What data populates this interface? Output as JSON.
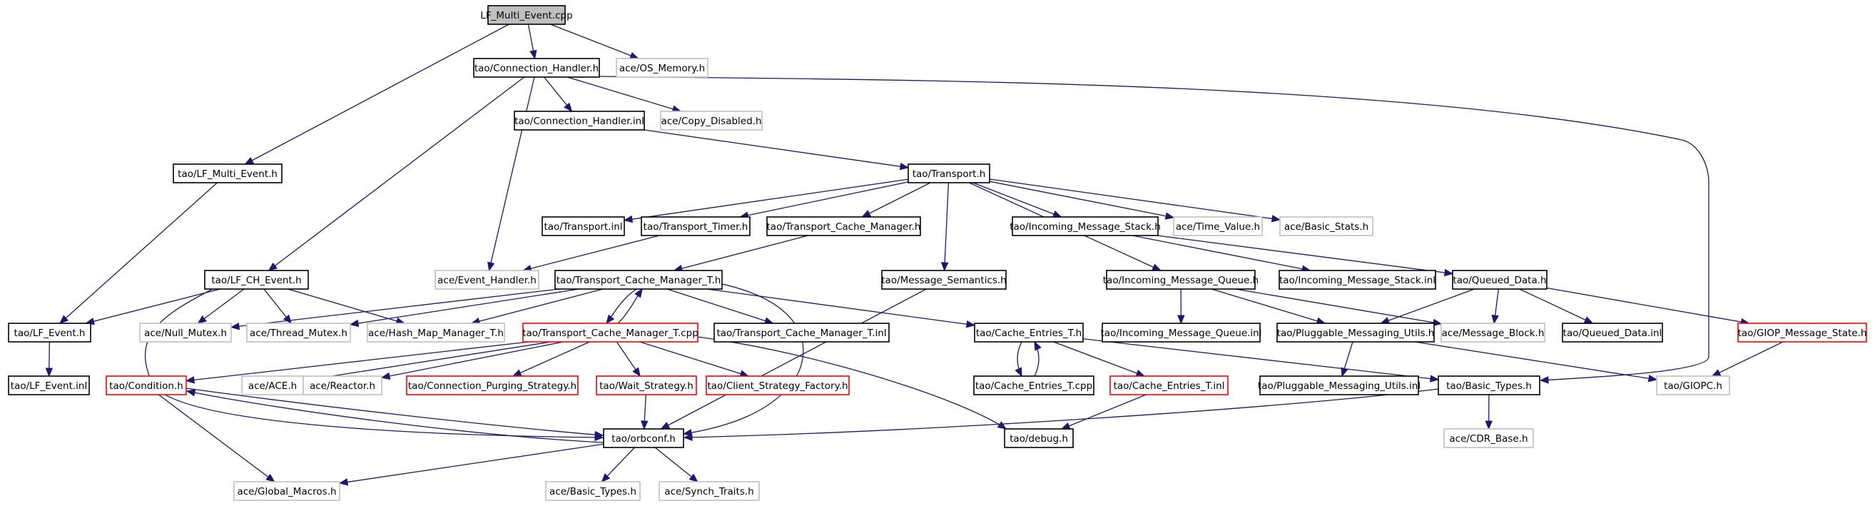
{
  "colors": {
    "edge": "#191970",
    "root_fill": "#bfbfbf",
    "normal_border": "#000000",
    "gray_border": "#bfbfbf",
    "red_border": "#ff0000",
    "background": "#ffffff"
  },
  "nodes": [
    {
      "id": "LF_Multi_Event_cpp",
      "label": "LF_Multi_Event.cpp",
      "style": "root"
    },
    {
      "id": "tao_Connection_Handler_h",
      "label": "tao/Connection_Handler.h",
      "style": "normal"
    },
    {
      "id": "ace_OS_Memory_h",
      "label": "ace/OS_Memory.h",
      "style": "gray"
    },
    {
      "id": "tao_Connection_Handler_inl",
      "label": "tao/Connection_Handler.inl",
      "style": "normal"
    },
    {
      "id": "ace_Copy_Disabled_h",
      "label": "ace/Copy_Disabled.h",
      "style": "gray"
    },
    {
      "id": "tao_LF_Multi_Event_h",
      "label": "tao/LF_Multi_Event.h",
      "style": "normal"
    },
    {
      "id": "tao_Transport_h",
      "label": "tao/Transport.h",
      "style": "normal"
    },
    {
      "id": "tao_Transport_inl",
      "label": "tao/Transport.inl",
      "style": "normal"
    },
    {
      "id": "tao_Transport_Timer_h",
      "label": "tao/Transport_Timer.h",
      "style": "normal"
    },
    {
      "id": "tao_Transport_Cache_Manager_h",
      "label": "tao/Transport_Cache_Manager.h",
      "style": "normal"
    },
    {
      "id": "tao_Incoming_Message_Stack_h",
      "label": "tao/Incoming_Message_Stack.h",
      "style": "normal"
    },
    {
      "id": "ace_Time_Value_h",
      "label": "ace/Time_Value.h",
      "style": "gray"
    },
    {
      "id": "ace_Basic_Stats_h",
      "label": "ace/Basic_Stats.h",
      "style": "gray"
    },
    {
      "id": "tao_LF_CH_Event_h",
      "label": "tao/LF_CH_Event.h",
      "style": "normal"
    },
    {
      "id": "ace_Event_Handler_h",
      "label": "ace/Event_Handler.h",
      "style": "gray"
    },
    {
      "id": "tao_Transport_Cache_Manager_T_h",
      "label": "tao/Transport_Cache_Manager_T.h",
      "style": "normal"
    },
    {
      "id": "tao_Message_Semantics_h",
      "label": "tao/Message_Semantics.h",
      "style": "normal"
    },
    {
      "id": "tao_Incoming_Message_Queue_h",
      "label": "tao/Incoming_Message_Queue.h",
      "style": "normal"
    },
    {
      "id": "tao_Incoming_Message_Stack_inl",
      "label": "tao/Incoming_Message_Stack.inl",
      "style": "normal"
    },
    {
      "id": "tao_Queued_Data_h",
      "label": "tao/Queued_Data.h",
      "style": "normal"
    },
    {
      "id": "tao_LF_Event_h",
      "label": "tao/LF_Event.h",
      "style": "normal"
    },
    {
      "id": "ace_Null_Mutex_h",
      "label": "ace/Null_Mutex.h",
      "style": "gray"
    },
    {
      "id": "ace_Thread_Mutex_h",
      "label": "ace/Thread_Mutex.h",
      "style": "gray"
    },
    {
      "id": "ace_Hash_Map_Manager_T_h",
      "label": "ace/Hash_Map_Manager_T.h",
      "style": "gray"
    },
    {
      "id": "tao_Transport_Cache_Manager_T_cpp",
      "label": "tao/Transport_Cache_Manager_T.cpp",
      "style": "red"
    },
    {
      "id": "tao_Transport_Cache_Manager_T_inl",
      "label": "tao/Transport_Cache_Manager_T.inl",
      "style": "normal"
    },
    {
      "id": "tao_Cache_Entries_T_h",
      "label": "tao/Cache_Entries_T.h",
      "style": "normal"
    },
    {
      "id": "tao_Incoming_Message_Queue_inl",
      "label": "tao/Incoming_Message_Queue.inl",
      "style": "normal"
    },
    {
      "id": "tao_Pluggable_Messaging_Utils_h",
      "label": "tao/Pluggable_Messaging_Utils.h",
      "style": "normal"
    },
    {
      "id": "ace_Message_Block_h",
      "label": "ace/Message_Block.h",
      "style": "gray"
    },
    {
      "id": "tao_Queued_Data_inl",
      "label": "tao/Queued_Data.inl",
      "style": "normal"
    },
    {
      "id": "tao_GIOP_Message_State_h",
      "label": "tao/GIOP_Message_State.h",
      "style": "red"
    },
    {
      "id": "tao_LF_Event_inl",
      "label": "tao/LF_Event.inl",
      "style": "normal"
    },
    {
      "id": "tao_Condition_h",
      "label": "tao/Condition.h",
      "style": "red"
    },
    {
      "id": "ace_ACE_h",
      "label": "ace/ACE.h",
      "style": "gray"
    },
    {
      "id": "ace_Reactor_h",
      "label": "ace/Reactor.h",
      "style": "gray"
    },
    {
      "id": "tao_Connection_Purging_Strategy_h",
      "label": "tao/Connection_Purging_Strategy.h",
      "style": "red"
    },
    {
      "id": "tao_Wait_Strategy_h",
      "label": "tao/Wait_Strategy.h",
      "style": "red"
    },
    {
      "id": "tao_Client_Strategy_Factory_h",
      "label": "tao/Client_Strategy_Factory.h",
      "style": "red"
    },
    {
      "id": "tao_Cache_Entries_T_cpp",
      "label": "tao/Cache_Entries_T.cpp",
      "style": "normal"
    },
    {
      "id": "tao_Cache_Entries_T_inl",
      "label": "tao/Cache_Entries_T.inl",
      "style": "red"
    },
    {
      "id": "tao_Pluggable_Messaging_Utils_inl",
      "label": "tao/Pluggable_Messaging_Utils.inl",
      "style": "normal"
    },
    {
      "id": "tao_Basic_Types_h",
      "label": "tao/Basic_Types.h",
      "style": "normal"
    },
    {
      "id": "tao_GIOPC_h",
      "label": "tao/GIOPC.h",
      "style": "gray"
    },
    {
      "id": "tao_orbconf_h",
      "label": "tao/orbconf.h",
      "style": "normal"
    },
    {
      "id": "tao_debug_h",
      "label": "tao/debug.h",
      "style": "normal"
    },
    {
      "id": "ace_CDR_Base_h",
      "label": "ace/CDR_Base.h",
      "style": "gray"
    },
    {
      "id": "ace_Global_Macros_h",
      "label": "ace/Global_Macros.h",
      "style": "gray"
    },
    {
      "id": "ace_Basic_Types_h",
      "label": "ace/Basic_Types.h",
      "style": "gray"
    },
    {
      "id": "ace_Synch_Traits_h",
      "label": "ace/Synch_Traits.h",
      "style": "gray"
    }
  ],
  "edges": [
    [
      "LF_Multi_Event_cpp",
      "tao_Connection_Handler_h"
    ],
    [
      "LF_Multi_Event_cpp",
      "ace_OS_Memory_h"
    ],
    [
      "LF_Multi_Event_cpp",
      "tao_LF_Multi_Event_h"
    ],
    [
      "tao_Connection_Handler_h",
      "tao_Connection_Handler_inl"
    ],
    [
      "tao_Connection_Handler_h",
      "ace_Copy_Disabled_h"
    ],
    [
      "tao_Connection_Handler_h",
      "tao_LF_CH_Event_h"
    ],
    [
      "tao_Connection_Handler_h",
      "ace_Event_Handler_h"
    ],
    [
      "tao_Connection_Handler_h",
      "tao_Basic_Types_h"
    ],
    [
      "tao_Connection_Handler_inl",
      "tao_Transport_h"
    ],
    [
      "tao_LF_Multi_Event_h",
      "tao_LF_Event_h"
    ],
    [
      "tao_Transport_h",
      "tao_Transport_inl"
    ],
    [
      "tao_Transport_h",
      "tao_Transport_Timer_h"
    ],
    [
      "tao_Transport_h",
      "tao_Transport_Cache_Manager_h"
    ],
    [
      "tao_Transport_h",
      "tao_Incoming_Message_Stack_h"
    ],
    [
      "tao_Transport_h",
      "ace_Time_Value_h"
    ],
    [
      "tao_Transport_h",
      "ace_Basic_Stats_h"
    ],
    [
      "tao_Transport_h",
      "tao_Message_Semantics_h"
    ],
    [
      "tao_Transport_h",
      "tao_Incoming_Message_Queue_h"
    ],
    [
      "tao_Transport_Timer_h",
      "ace_Event_Handler_h"
    ],
    [
      "tao_Transport_Cache_Manager_h",
      "tao_Transport_Cache_Manager_T_h"
    ],
    [
      "tao_Incoming_Message_Stack_h",
      "tao_Incoming_Message_Stack_inl"
    ],
    [
      "tao_Incoming_Message_Stack_h",
      "tao_Queued_Data_h"
    ],
    [
      "tao_LF_CH_Event_h",
      "tao_LF_Event_h"
    ],
    [
      "tao_LF_CH_Event_h",
      "ace_Null_Mutex_h"
    ],
    [
      "tao_LF_CH_Event_h",
      "ace_Thread_Mutex_h"
    ],
    [
      "tao_LF_CH_Event_h",
      "ace_Hash_Map_Manager_T_h"
    ],
    [
      "tao_LF_CH_Event_h",
      "tao_orbconf_h"
    ],
    [
      "tao_Transport_Cache_Manager_T_h",
      "ace_Null_Mutex_h"
    ],
    [
      "tao_Transport_Cache_Manager_T_h",
      "ace_Thread_Mutex_h"
    ],
    [
      "tao_Transport_Cache_Manager_T_h",
      "ace_Hash_Map_Manager_T_h"
    ],
    [
      "tao_Transport_Cache_Manager_T_h",
      "tao_Transport_Cache_Manager_T_cpp"
    ],
    [
      "tao_Transport_Cache_Manager_T_h",
      "tao_Transport_Cache_Manager_T_inl"
    ],
    [
      "tao_Transport_Cache_Manager_T_h",
      "tao_Cache_Entries_T_h"
    ],
    [
      "tao_Transport_Cache_Manager_T_h",
      "tao_orbconf_h"
    ],
    [
      "tao_Transport_Cache_Manager_T_cpp",
      "tao_Transport_Cache_Manager_T_h"
    ],
    [
      "tao_Transport_Cache_Manager_T_cpp",
      "tao_Condition_h"
    ],
    [
      "tao_Transport_Cache_Manager_T_cpp",
      "ace_ACE_h"
    ],
    [
      "tao_Transport_Cache_Manager_T_cpp",
      "ace_Reactor_h"
    ],
    [
      "tao_Transport_Cache_Manager_T_cpp",
      "tao_Connection_Purging_Strategy_h"
    ],
    [
      "tao_Transport_Cache_Manager_T_cpp",
      "tao_Wait_Strategy_h"
    ],
    [
      "tao_Transport_Cache_Manager_T_cpp",
      "tao_Client_Strategy_Factory_h"
    ],
    [
      "tao_Transport_Cache_Manager_T_cpp",
      "tao_debug_h"
    ],
    [
      "tao_Message_Semantics_h",
      "tao_orbconf_h"
    ],
    [
      "tao_Incoming_Message_Queue_h",
      "tao_Incoming_Message_Queue_inl"
    ],
    [
      "tao_Incoming_Message_Queue_h",
      "tao_Pluggable_Messaging_Utils_h"
    ],
    [
      "tao_Incoming_Message_Queue_h",
      "ace_Message_Block_h"
    ],
    [
      "tao_Queued_Data_h",
      "tao_Pluggable_Messaging_Utils_h"
    ],
    [
      "tao_Queued_Data_h",
      "ace_Message_Block_h"
    ],
    [
      "tao_Queued_Data_h",
      "tao_Queued_Data_inl"
    ],
    [
      "tao_Queued_Data_h",
      "tao_GIOP_Message_State_h"
    ],
    [
      "tao_LF_Event_h",
      "tao_LF_Event_inl"
    ],
    [
      "tao_Cache_Entries_T_h",
      "tao_Cache_Entries_T_cpp"
    ],
    [
      "tao_Cache_Entries_T_cpp",
      "tao_Cache_Entries_T_h"
    ],
    [
      "tao_Cache_Entries_T_h",
      "tao_Cache_Entries_T_inl"
    ],
    [
      "tao_Cache_Entries_T_h",
      "tao_Basic_Types_h"
    ],
    [
      "tao_Cache_Entries_T_inl",
      "tao_debug_h"
    ],
    [
      "tao_Pluggable_Messaging_Utils_h",
      "tao_Pluggable_Messaging_Utils_inl"
    ],
    [
      "tao_Pluggable_Messaging_Utils_h",
      "tao_GIOPC_h"
    ],
    [
      "tao_GIOP_Message_State_h",
      "tao_GIOPC_h"
    ],
    [
      "tao_Condition_h",
      "tao_orbconf_h"
    ],
    [
      "tao_Condition_h",
      "ace_Global_Macros_h"
    ],
    [
      "tao_Wait_Strategy_h",
      "tao_orbconf_h"
    ],
    [
      "tao_Basic_Types_h",
      "ace_CDR_Base_h"
    ],
    [
      "tao_Basic_Types_h",
      "tao_orbconf_h"
    ],
    [
      "tao_orbconf_h",
      "ace_Global_Macros_h"
    ],
    [
      "tao_orbconf_h",
      "ace_Basic_Types_h"
    ],
    [
      "tao_orbconf_h",
      "ace_Synch_Traits_h"
    ],
    [
      "tao_orbconf_h",
      "tao_Condition_h"
    ]
  ]
}
